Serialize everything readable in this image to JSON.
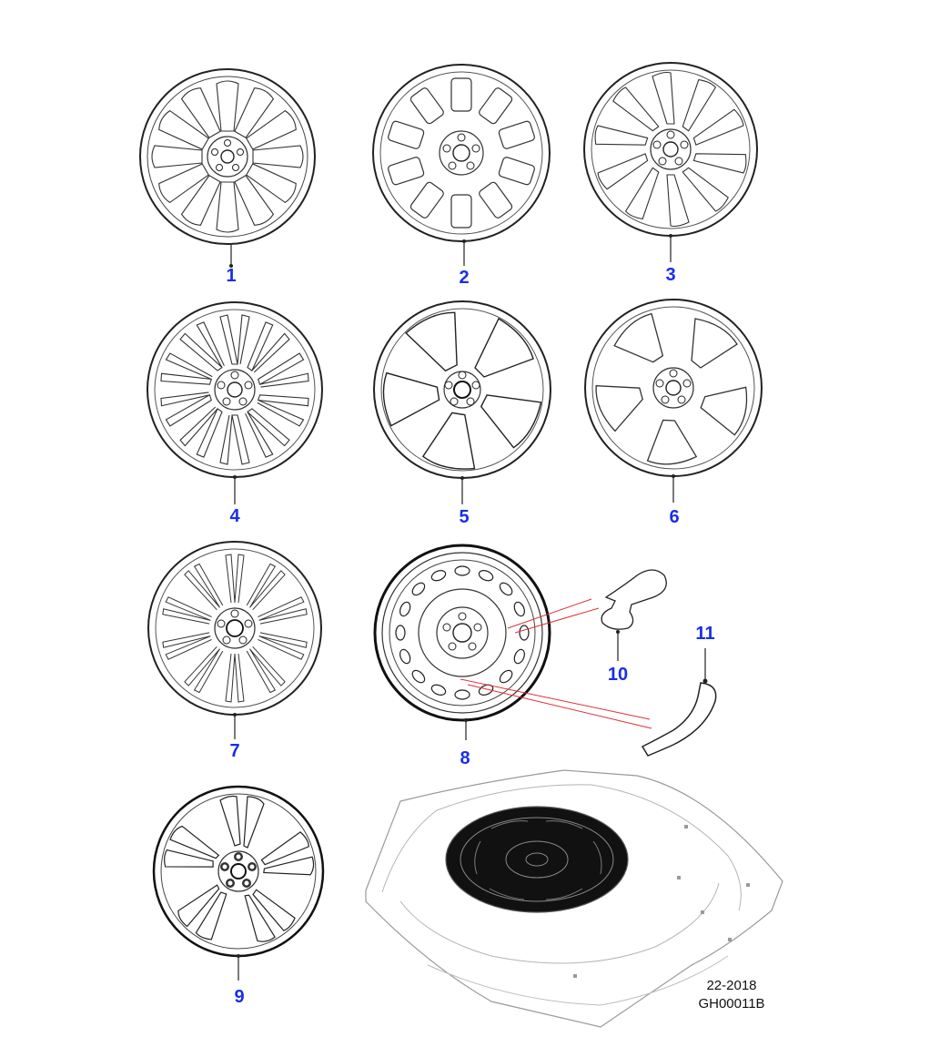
{
  "diagram": {
    "callouts": [
      {
        "id": "1",
        "label": "1"
      },
      {
        "id": "2",
        "label": "2"
      },
      {
        "id": "3",
        "label": "3"
      },
      {
        "id": "4",
        "label": "4"
      },
      {
        "id": "5",
        "label": "5"
      },
      {
        "id": "6",
        "label": "6"
      },
      {
        "id": "7",
        "label": "7"
      },
      {
        "id": "8",
        "label": "8"
      },
      {
        "id": "9",
        "label": "9"
      },
      {
        "id": "10",
        "label": "10"
      },
      {
        "id": "11",
        "label": "11"
      }
    ],
    "footer": {
      "date_code": "22-2018",
      "illustration_code": "GH00011B"
    },
    "colors": {
      "callout": "#1a2ee6",
      "line": "#222222",
      "leader_red": "#e0303a",
      "light_line": "#9a9a9a"
    }
  }
}
